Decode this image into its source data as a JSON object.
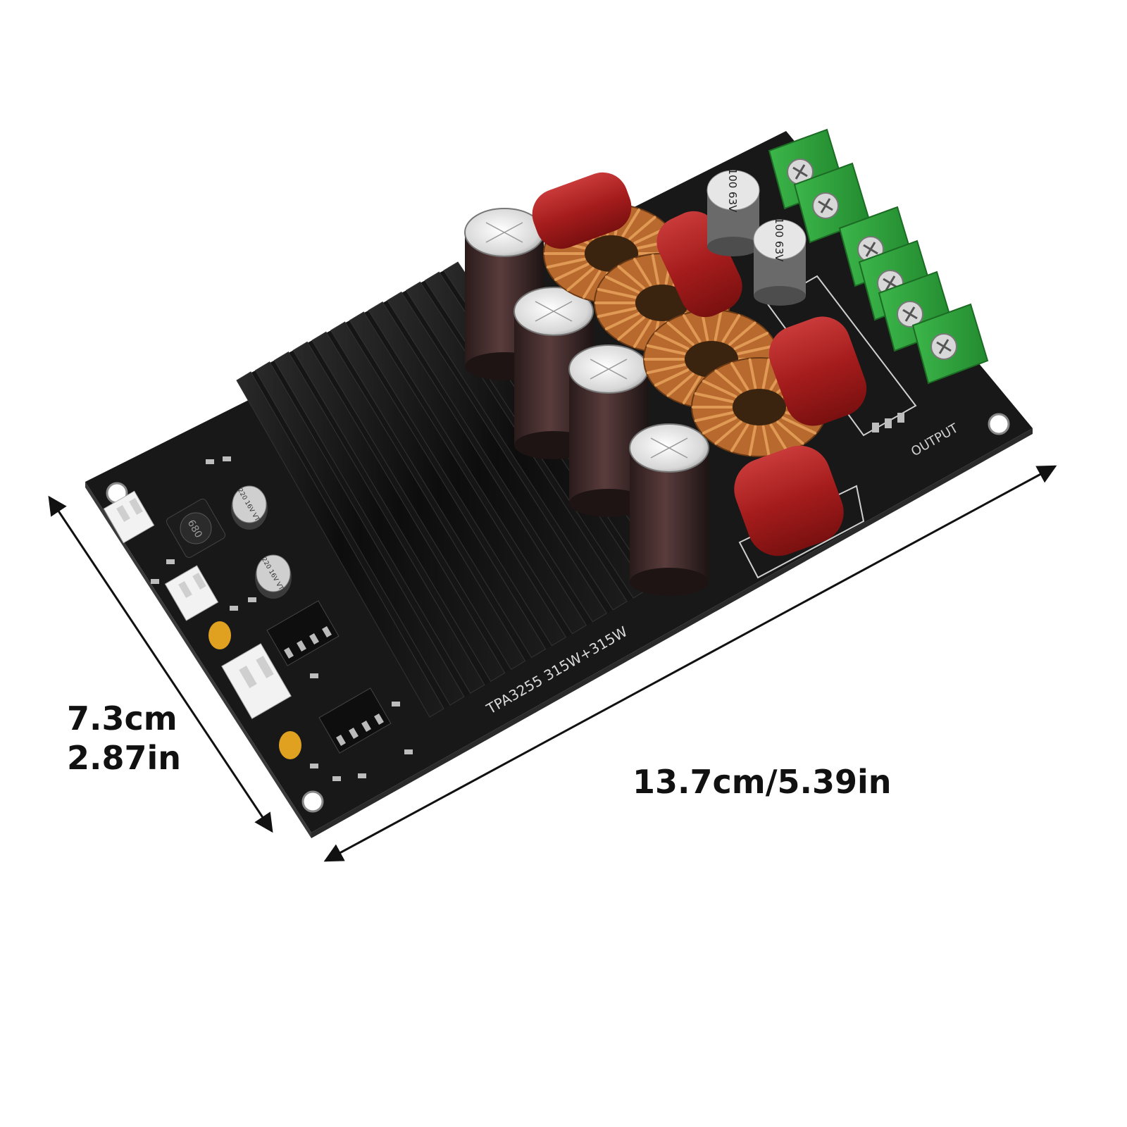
{
  "dimensions": {
    "height_cm": "7.3cm",
    "height_in": "2.87in",
    "width": "13.7cm/5.39in"
  },
  "board": {
    "silkscreen_model": "TPA3255  315W+315W",
    "silkscreen_output": "OUTPUT",
    "cap_large_marking": "220 16V VT",
    "inductor_marking": "680",
    "cap_small_top_marking": "100 63V",
    "cap_small_mid_marking": "100 63V"
  },
  "colors": {
    "pcb": "#121212",
    "heatsink": "#0b0b0b",
    "terminal_green": "#2f9e3a",
    "film_cap_red": "#a51c1c",
    "copper_coil": "#b86a2e"
  }
}
